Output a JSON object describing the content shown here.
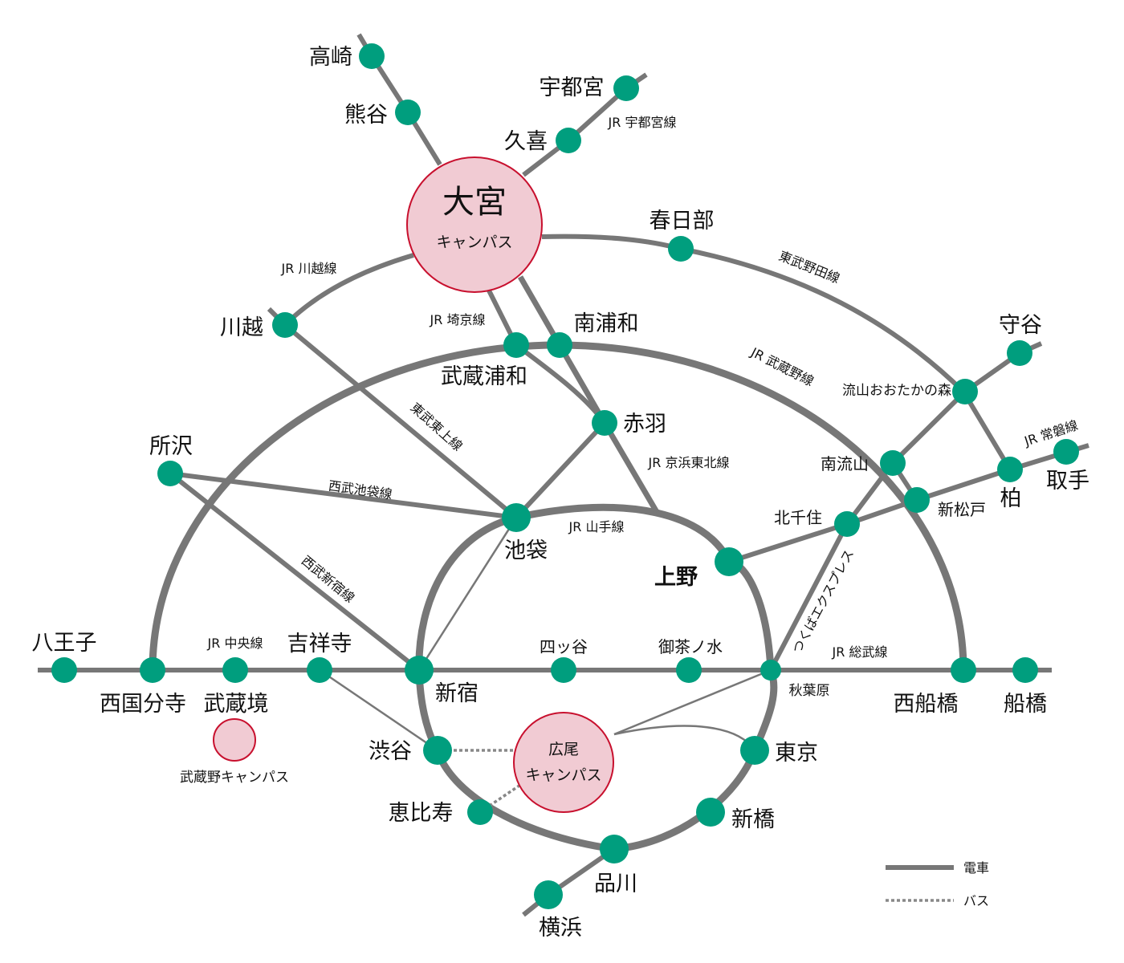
{
  "colors": {
    "line": "#777777",
    "station": "#009e7e",
    "campus_fill": "#f1cbd3",
    "campus_border": "#c8102e"
  },
  "campuses": {
    "omiya_name": "大宮",
    "omiya_sub": "キャンパス",
    "hiroo_name": "広尾",
    "hiroo_sub": "キャンパス",
    "musashino": "武蔵野キャンパス"
  },
  "stations": {
    "takasaki": "高崎",
    "kumagaya": "熊谷",
    "utsunomiya": "宇都宮",
    "kuki": "久喜",
    "kasukabe": "春日部",
    "kawagoe": "川越",
    "minami_urawa": "南浦和",
    "musashi_urawa": "武蔵浦和",
    "akabane": "赤羽",
    "tokorozawa": "所沢",
    "ikebukuro": "池袋",
    "ueno": "上野",
    "moriya": "守谷",
    "nagareyama_otakanomori": "流山おおたかの森",
    "minami_nagareyama": "南流山",
    "kashiwa": "柏",
    "toride": "取手",
    "shin_matsudo": "新松戸",
    "kita_senju": "北千住",
    "hachioji": "八王子",
    "kokubunji": "西国分寺",
    "musashi_sakai": "武蔵境",
    "kichijoji": "吉祥寺",
    "shinjuku": "新宿",
    "yotsuya": "四ッ谷",
    "ochanomizu": "御茶ノ水",
    "akihabara": "秋葉原",
    "nishi_funabashi": "西船橋",
    "funabashi": "船橋",
    "shibuya": "渋谷",
    "tokyo": "東京",
    "ebisu": "恵比寿",
    "shimbashi": "新橋",
    "shinagawa": "品川",
    "yokohama": "横浜"
  },
  "lines": {
    "jr_utsunomiya": "JR 宇都宮線",
    "jr_kawagoe": "JR 川越線",
    "tobu_noda": "東武野田線",
    "jr_saikyo": "JR 埼京線",
    "jr_musashino": "JR 武蔵野線",
    "tobu_tojo": "東武東上線",
    "jr_keihin_tohoku": "JR 京浜東北線",
    "jr_joban": "JR 常磐線",
    "seibu_ikebukuro": "西武池袋線",
    "jr_yamanote": "JR 山手線",
    "seibu_shinjuku": "西武新宿線",
    "tsukuba_express": "つくばエクスプレス",
    "jr_chuo": "JR 中央線",
    "jr_sobu": "JR 総武線"
  },
  "legend": {
    "train": "電車",
    "bus": "バス"
  }
}
